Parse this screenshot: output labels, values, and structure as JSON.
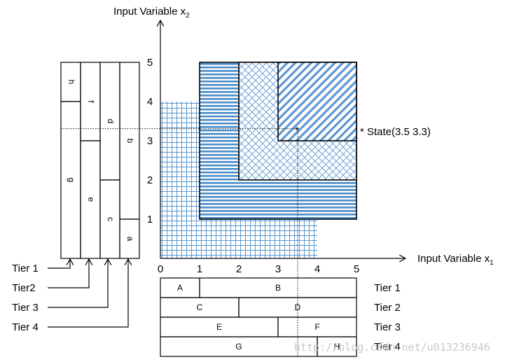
{
  "axes": {
    "x_label": "Input Variable x",
    "x_sub": "1",
    "y_label": "Input Variable x",
    "y_sub": "2",
    "x_ticks": [
      "0",
      "1",
      "2",
      "3",
      "4",
      "5"
    ],
    "y_ticks": [
      "1",
      "2",
      "3",
      "4",
      "5"
    ]
  },
  "state": {
    "label": "* State(3.5 3.3)",
    "marker": "*",
    "x": 3.5,
    "y": 3.3
  },
  "regions": [
    {
      "name": "grid",
      "x0": 0,
      "x1": 4,
      "y0": 0,
      "y1": 4
    },
    {
      "name": "horizontal-lines",
      "x0": 1,
      "x1": 5,
      "y0": 1,
      "y1": 5
    },
    {
      "name": "crosshatch",
      "x0": 2,
      "x1": 5,
      "y0": 2,
      "y1": 5
    },
    {
      "name": "diagonal",
      "x0": 3,
      "x1": 5,
      "y0": 3,
      "y1": 5
    }
  ],
  "bottom_tiers": {
    "tier_labels": [
      "Tier 1",
      "Tier 2",
      "Tier 3",
      "Tier 4"
    ],
    "rows": [
      {
        "cells": [
          {
            "label": "A",
            "x0": 0,
            "x1": 1
          },
          {
            "label": "B",
            "x0": 1,
            "x1": 5
          }
        ]
      },
      {
        "cells": [
          {
            "label": "C",
            "x0": 0,
            "x1": 2
          },
          {
            "label": "D",
            "x0": 2,
            "x1": 5
          }
        ]
      },
      {
        "cells": [
          {
            "label": "E",
            "x0": 0,
            "x1": 3
          },
          {
            "label": "F",
            "x0": 3,
            "x1": 5
          }
        ]
      },
      {
        "cells": [
          {
            "label": "G",
            "x0": 0,
            "x1": 4
          },
          {
            "label": "H",
            "x0": 4,
            "x1": 5
          }
        ]
      }
    ]
  },
  "left_tiers": {
    "tier_labels": [
      "Tier 1",
      "Tier2",
      "Tier 3",
      "Tier 4"
    ],
    "columns": [
      {
        "cells": [
          {
            "label": "g",
            "y0": 0,
            "y1": 4
          },
          {
            "label": "h",
            "y0": 4,
            "y1": 5
          }
        ]
      },
      {
        "cells": [
          {
            "label": "e",
            "y0": 0,
            "y1": 3
          },
          {
            "label": "f",
            "y0": 3,
            "y1": 5
          }
        ]
      },
      {
        "cells": [
          {
            "label": "c",
            "y0": 0,
            "y1": 2
          },
          {
            "label": "d",
            "y0": 2,
            "y1": 5
          }
        ]
      },
      {
        "cells": [
          {
            "label": "a",
            "y0": 0,
            "y1": 1
          },
          {
            "label": "b",
            "y0": 1,
            "y1": 5
          }
        ]
      }
    ]
  },
  "watermark": "http://blog.csdn.net/u013236946",
  "colors": {
    "pattern_blue": "#4a8cc8",
    "pattern_light": "#6fa4d6",
    "fill_light": "#dcebf7",
    "axis": "#000000",
    "watermark": "#c8c8c8"
  }
}
